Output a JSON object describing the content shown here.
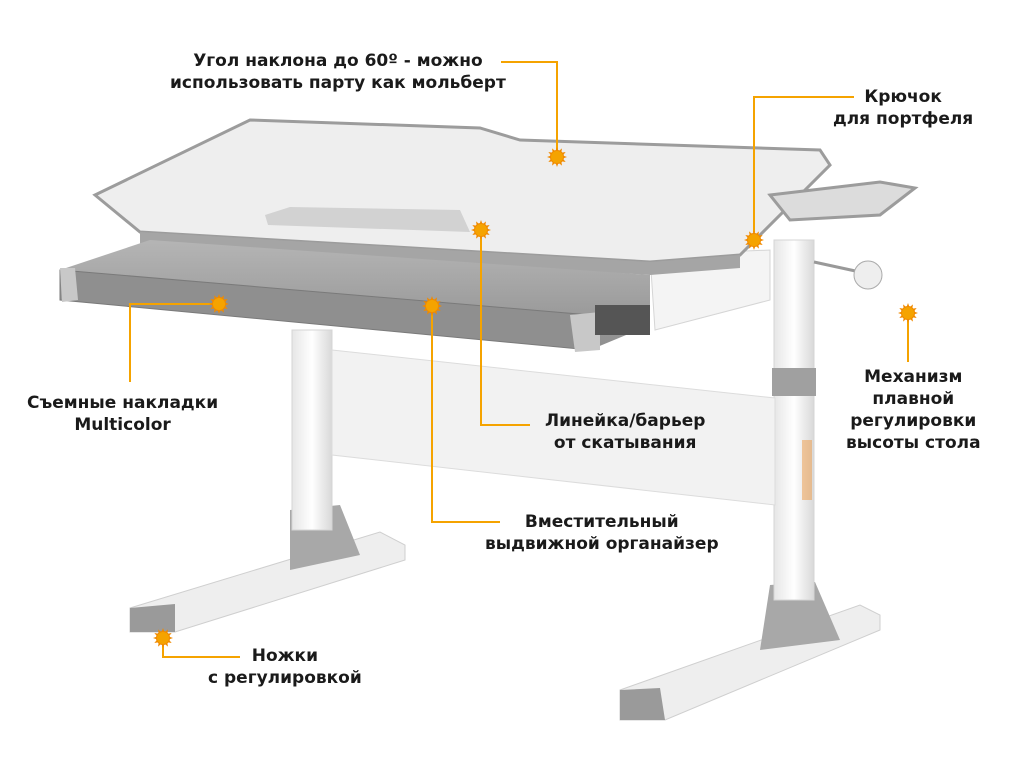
{
  "accent_color": "#f5a300",
  "callouts": [
    {
      "id": "tilt",
      "lines": [
        "Угол наклона до 60º - можно",
        "использовать парту как мольберт"
      ]
    },
    {
      "id": "hook",
      "lines": [
        "Крючок",
        "для портфеля"
      ]
    },
    {
      "id": "mechanism",
      "lines": [
        "Механизм",
        "плавной",
        "регулировки",
        "высоты стола"
      ]
    },
    {
      "id": "overlays",
      "lines": [
        "Съемные накладки",
        "Multicolor"
      ]
    },
    {
      "id": "ruler",
      "lines": [
        "Линейка/барьер",
        "от скатывания"
      ]
    },
    {
      "id": "organizer",
      "lines": [
        "Вместительный",
        "выдвижной органайзер"
      ]
    },
    {
      "id": "legs",
      "lines": [
        "Ножки",
        "с регулировкой"
      ]
    }
  ]
}
